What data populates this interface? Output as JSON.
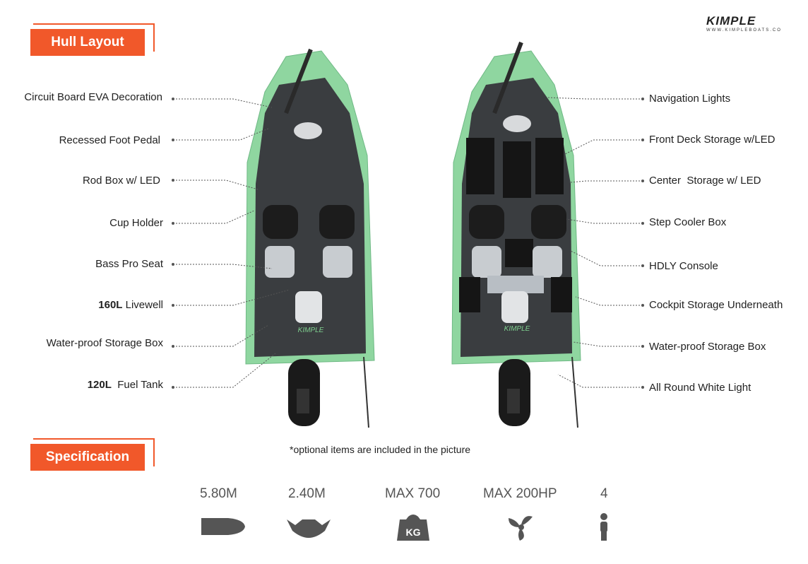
{
  "logo": {
    "word": "KIMPLE",
    "url": "WWW.KIMPLEBOATS.CO"
  },
  "hull_layout": {
    "title": "Hull Layout",
    "left_labels": [
      {
        "bold": "",
        "text": "Circuit Board EVA Decoration"
      },
      {
        "bold": "",
        "text": "Recessed Foot Pedal"
      },
      {
        "bold": "",
        "text": "Rod Box w/ LED"
      },
      {
        "bold": "",
        "text": "Cup Holder"
      },
      {
        "bold": "",
        "text": "Bass Pro Seat"
      },
      {
        "bold": "160L",
        "text": " Livewell"
      },
      {
        "bold": "",
        "text": "Water-proof Storage Box"
      },
      {
        "bold": "120L",
        "text": "  Fuel Tank"
      }
    ],
    "right_labels": [
      "Navigation Lights",
      "Front Deck Storage w/LED",
      "Center  Storage w/ LED",
      "Step Cooler Box",
      "HDLY Console",
      "Cockpit Storage Underneath",
      "Water-proof Storage Box",
      "All Round White Light"
    ]
  },
  "note": "*optional items are included in the picture",
  "specification": {
    "title": "Specification",
    "items": [
      {
        "value": "5.80M",
        "icon": "hull-length-icon"
      },
      {
        "value": "2.40M",
        "icon": "hull-beam-icon"
      },
      {
        "value": "MAX 700",
        "icon": "kg-weight-icon",
        "icon_text": "KG"
      },
      {
        "value": "MAX 200HP",
        "icon": "propeller-icon"
      },
      {
        "value": "4",
        "icon": "person-icon"
      }
    ]
  },
  "colors": {
    "accent": "#f1582a",
    "hull": "#8fd6a0",
    "deck": "#3a3d40"
  }
}
